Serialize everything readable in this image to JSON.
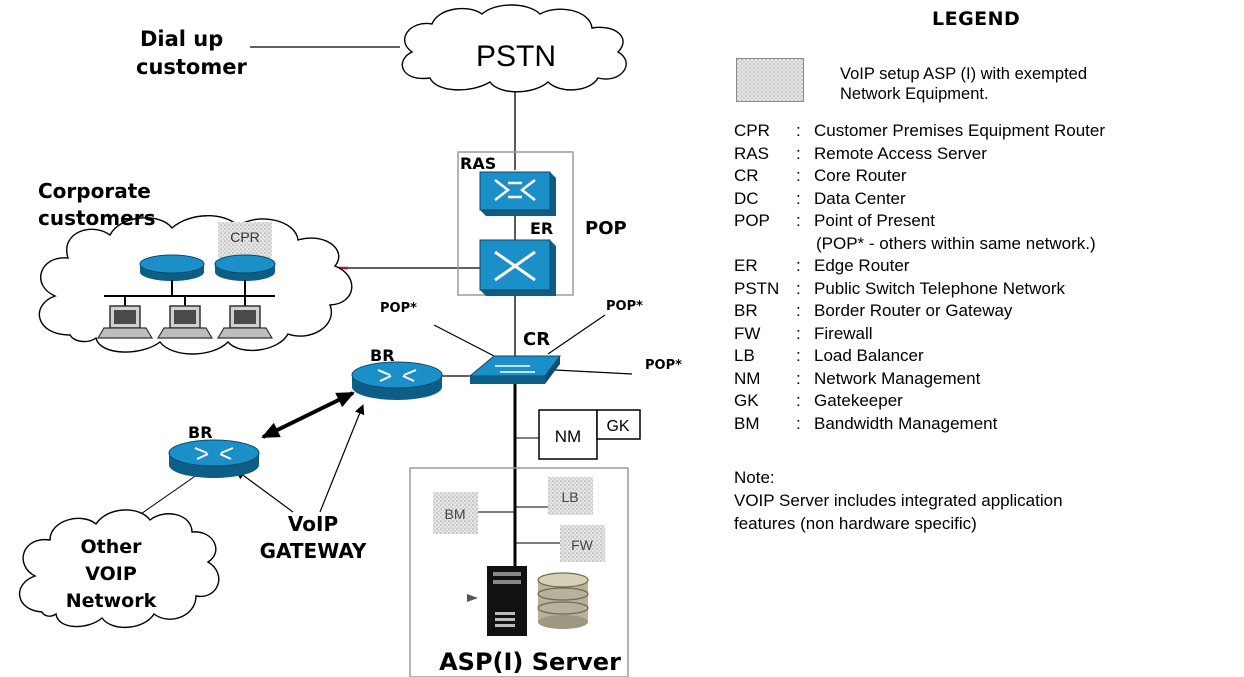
{
  "diagram": {
    "labels": {
      "dialup": "Dial up customer",
      "dialup_line1": "Dial up",
      "dialup_line2": "customer",
      "pstn": "PSTN",
      "ras": "RAS",
      "er": "ER",
      "pop": "POP",
      "corp_line1": "Corporate",
      "corp_line2": "customers",
      "cpr": "CPR",
      "pop_star_left": "POP*",
      "pop_star_right": "POP*",
      "pop_star_far": "POP*",
      "cr": "CR",
      "br_upper": "BR",
      "br_lower": "BR",
      "nm": "NM",
      "gk": "GK",
      "bm": "BM",
      "lb": "LB",
      "fw": "FW",
      "other_line1": "Other",
      "other_line2": "VOIP",
      "other_line3": "Network",
      "voip_line1": "VoIP",
      "voip_line2": "GATEWAY",
      "asp_server": "ASP(I) Server"
    },
    "colors": {
      "device_blue": "#1a8fc8",
      "device_dark": "#0d5e86",
      "link_red": "#c8102e",
      "swatch_gray": "#d9d9d9",
      "box_gray": "#9a9a9a"
    }
  },
  "legend": {
    "title": "LEGEND",
    "swatch_text_line1": "VoIP setup ASP (I) with exempted",
    "swatch_text_line2": "Network Equipment.",
    "entries": [
      {
        "abbr": "CPR",
        "desc": "Customer Premises Equipment Router"
      },
      {
        "abbr": "RAS",
        "desc": "Remote Access Server"
      },
      {
        "abbr": "CR",
        "desc": "Core Router"
      },
      {
        "abbr": "DC",
        "desc": "Data Center"
      },
      {
        "abbr": "POP",
        "desc": "Point of Present"
      },
      {
        "abbr": "ER",
        "desc": "Edge Router"
      },
      {
        "abbr": "PSTN",
        "desc": "Public Switch Telephone Network"
      },
      {
        "abbr": "BR",
        "desc": "Border Router or Gateway"
      },
      {
        "abbr": "FW",
        "desc": "Firewall"
      },
      {
        "abbr": "LB",
        "desc": "Load Balancer"
      },
      {
        "abbr": "NM",
        "desc": "Network Management"
      },
      {
        "abbr": "GK",
        "desc": "Gatekeeper"
      },
      {
        "abbr": "BM",
        "desc": "Bandwidth Management"
      }
    ],
    "pop_sub": "(POP* - others within same network.)",
    "separator": ":",
    "note_title": "Note:",
    "note_line1": "VOIP Server includes integrated application",
    "note_line2": "features (non hardware specific)"
  }
}
